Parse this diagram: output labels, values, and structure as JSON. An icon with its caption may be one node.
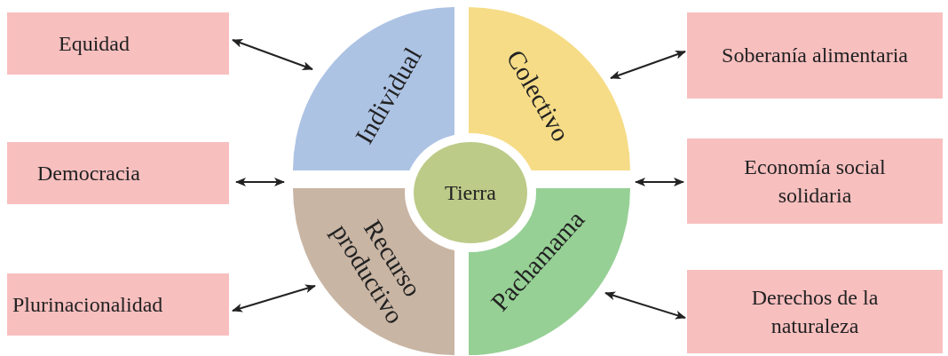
{
  "diagram": {
    "nodes": [
      {
        "text": [
          "Equidad"
        ]
      },
      {
        "text": [
          "Democracia"
        ]
      },
      {
        "text": [
          "Plurinacionalidad"
        ]
      },
      {
        "text": [
          "Individual"
        ]
      },
      {
        "text": [
          "Colectivo"
        ]
      },
      {
        "text": [
          "Recurso productivo"
        ]
      },
      {
        "text": [
          "Pachamama"
        ]
      },
      {
        "text": [
          "Tierra"
        ]
      },
      {
        "text": [
          "Soberanía alimentaria"
        ]
      },
      {
        "text": [
          "Economía social solidaria"
        ]
      },
      {
        "text": [
          "Derechos de la naturaleza"
        ]
      }
    ],
    "edges": [
      {
        "from": 0,
        "to": 3,
        "arrow": "both"
      },
      {
        "from": 1,
        "to": 3,
        "arrow": "both"
      },
      {
        "from": 2,
        "to": 5,
        "arrow": "both"
      },
      {
        "from": 4,
        "to": 8,
        "arrow": "both"
      },
      {
        "from": 9,
        "to": 4,
        "arrow": "both"
      },
      {
        "from": 6,
        "to": 10,
        "arrow": "both"
      }
    ]
  }
}
